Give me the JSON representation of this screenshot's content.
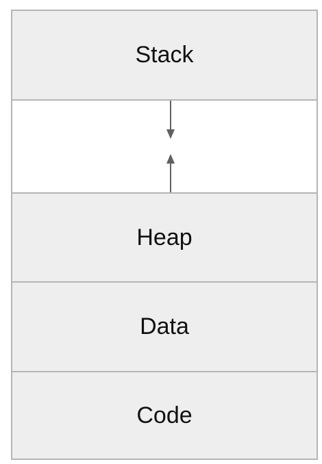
{
  "memory_layout": {
    "segments": [
      {
        "label": "Stack"
      },
      {
        "label": ""
      },
      {
        "label": "Heap"
      },
      {
        "label": "Data"
      },
      {
        "label": "Code"
      }
    ],
    "colors": {
      "segment_fill": "#eeeeee",
      "gap_fill": "#ffffff",
      "border": "#b5b5b5",
      "arrow": "#606060",
      "text": "#111111"
    }
  }
}
